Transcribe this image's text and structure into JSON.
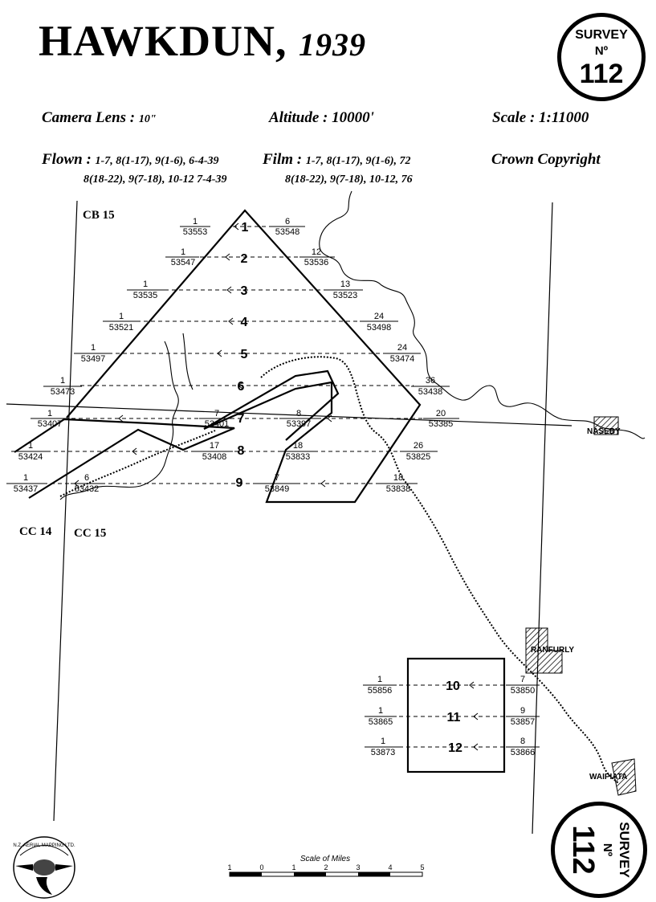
{
  "title": {
    "name": "HAWKDUN",
    "separator": ",",
    "year": "1939"
  },
  "seal_top": {
    "line1": "SURVEY",
    "line2": "Nº",
    "number": "112"
  },
  "seal_bottom": {
    "line1": "SURVEY",
    "line2": "Nº",
    "number": "112"
  },
  "info": {
    "camera_label": "Camera Lens :",
    "camera_value": "10\"",
    "altitude": "Altitude : 10000'",
    "scale": "Scale : 1:11000",
    "flown_label": "Flown :",
    "flown_line1": "1-7, 8(1-17), 9(1-6),   6-4-39",
    "flown_line2": "8(18-22), 9(7-18), 10-12  7-4-39",
    "film_label": "Film :",
    "film_line1": "1-7, 8(1-17), 9(1-6),  72",
    "film_line2": "8(18-22), 9(7-18), 10-12,  76",
    "copyright": "Crown Copyright"
  },
  "grid_labels": [
    "CB 15",
    "CC 14",
    "CC 15"
  ],
  "places": [
    "NASEBY",
    "RANFURLY",
    "WAIPIATA"
  ],
  "scale_bar": {
    "title": "Scale of Miles",
    "ticks": [
      "1",
      "0",
      "1",
      "2",
      "3",
      "4",
      "5"
    ]
  },
  "logo_text": "N.Z. AERIAL MAPPING LTD.",
  "runs": [
    {
      "run": "1",
      "left_top": "1",
      "left_bottom": "53553",
      "right_top": "6",
      "right_bottom": "53548"
    },
    {
      "run": "2",
      "left_top": "1",
      "left_bottom": "53547",
      "right_top": "12",
      "right_bottom": "53536"
    },
    {
      "run": "3",
      "left_top": "1",
      "left_bottom": "53535",
      "right_top": "13",
      "right_bottom": "53523"
    },
    {
      "run": "4",
      "left_top": "1",
      "left_bottom": "53521",
      "right_top": "24",
      "right_bottom": "53498"
    },
    {
      "run": "5",
      "left_top": "1",
      "left_bottom": "53497",
      "right_top": "24",
      "right_bottom": "53474"
    },
    {
      "run": "6",
      "left_top": "1",
      "left_bottom": "53473",
      "right_top": "36",
      "right_bottom": "53438"
    },
    {
      "run": "7",
      "left_top": "1",
      "left_bottom": "53407",
      "mid_top": "7",
      "mid_bottom": "53401",
      "right_top": "8",
      "right_bottom": "53397",
      "far_top": "20",
      "far_bottom": "53385"
    },
    {
      "run": "8",
      "left_top": "1",
      "left_bottom": "53424",
      "mid_top": "17",
      "mid_bottom": "53408",
      "right_top": "18",
      "right_bottom": "53833",
      "far_top": "26",
      "far_bottom": "53825"
    },
    {
      "run": "9",
      "left_top": "1",
      "left_bottom": "53437",
      "mid_top": "6",
      "mid_bottom": "53432",
      "right_top": "7",
      "right_bottom": "53849",
      "far_top": "18",
      "far_bottom": "53838"
    },
    {
      "run": "10",
      "left_top": "1",
      "left_bottom": "55856",
      "right_top": "7",
      "right_bottom": "53850"
    },
    {
      "run": "11",
      "left_top": "1",
      "left_bottom": "53865",
      "right_top": "9",
      "right_bottom": "53857"
    },
    {
      "run": "12",
      "left_top": "1",
      "left_bottom": "53873",
      "right_top": "8",
      "right_bottom": "53866"
    }
  ]
}
